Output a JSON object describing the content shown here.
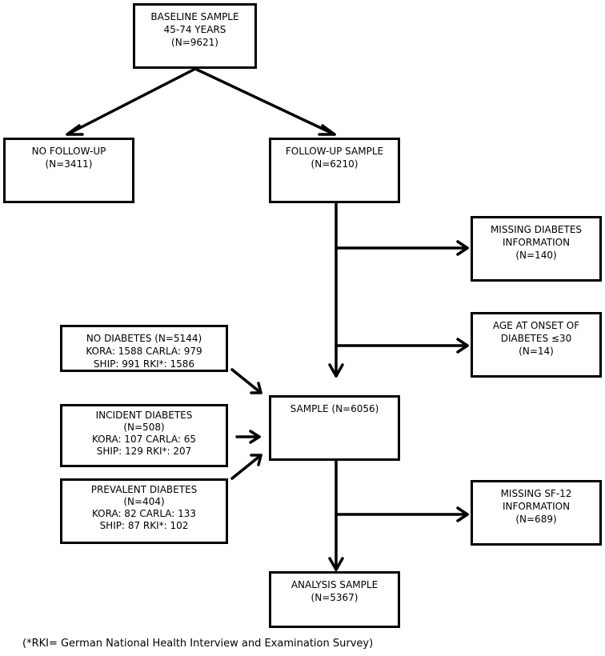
{
  "boxes": {
    "baseline": [
      "BASELINE SAMPLE",
      "45-74 YEARS",
      "(N=9621)"
    ],
    "no_followup": [
      "NO FOLLOW-UP",
      "(N=3411)"
    ],
    "followup": [
      "FOLLOW-UP SAMPLE",
      "(N=6210)"
    ],
    "missing_diabetes": [
      "MISSING DIABETES",
      "INFORMATION",
      "(N=140)"
    ],
    "age_onset": [
      "AGE AT ONSET OF",
      "DIABETES ≤30",
      "(N=14)"
    ],
    "no_diabetes": [
      "NO DIABETES (N=5144)",
      "KORA: 1588 CARLA: 979",
      "SHIP: 991 RKI*: 1586"
    ],
    "incident": [
      "INCIDENT DIABETES",
      "(N=508)",
      "KORA: 107 CARLA: 65",
      "SHIP: 129 RKI*: 207"
    ],
    "prevalent": [
      "PREVALENT DIABETES",
      "(N=404)",
      "KORA: 82 CARLA: 133",
      "SHIP: 87 RKI*: 102"
    ],
    "sample": [
      "SAMPLE (N=6056)"
    ],
    "missing_sf12": [
      "MISSING SF-12",
      "INFORMATION",
      "(N=689)"
    ],
    "analysis": [
      "ANALYSIS SAMPLE",
      "(N=5367)"
    ]
  },
  "footnote": "(*RKI= German National Health Interview and Examination Survey)"
}
